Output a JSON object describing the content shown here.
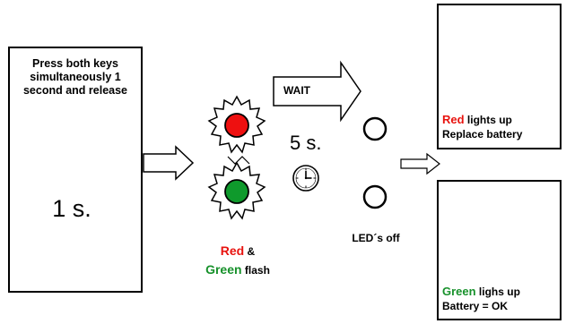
{
  "step1": {
    "instruction": "Press both keys simultaneously 1 second and release",
    "duration": "1 s."
  },
  "step2": {
    "red_word": "Red",
    "amp": " &",
    "green_word": "Green",
    "flash_word": " flash"
  },
  "wait": {
    "label": "WAIT",
    "duration": "5 s."
  },
  "step3": {
    "leds_off": "LED´s off"
  },
  "result_red": {
    "color_word": "Red",
    "rest": " lights up",
    "action": "Replace battery"
  },
  "result_green": {
    "color_word": "Green",
    "rest": " lighs up",
    "action": "Battery = OK"
  },
  "colors": {
    "red_led": "#ee1010",
    "green_led": "#0f9a2c",
    "dark_button": "#333333",
    "red_text": "#e8130f",
    "green_text": "#17912b"
  },
  "icons": [
    "pointing-hand-icon",
    "clock-icon",
    "thumbs-down-icon",
    "thumbs-up-icon",
    "starburst-icon",
    "arrow-icon"
  ]
}
